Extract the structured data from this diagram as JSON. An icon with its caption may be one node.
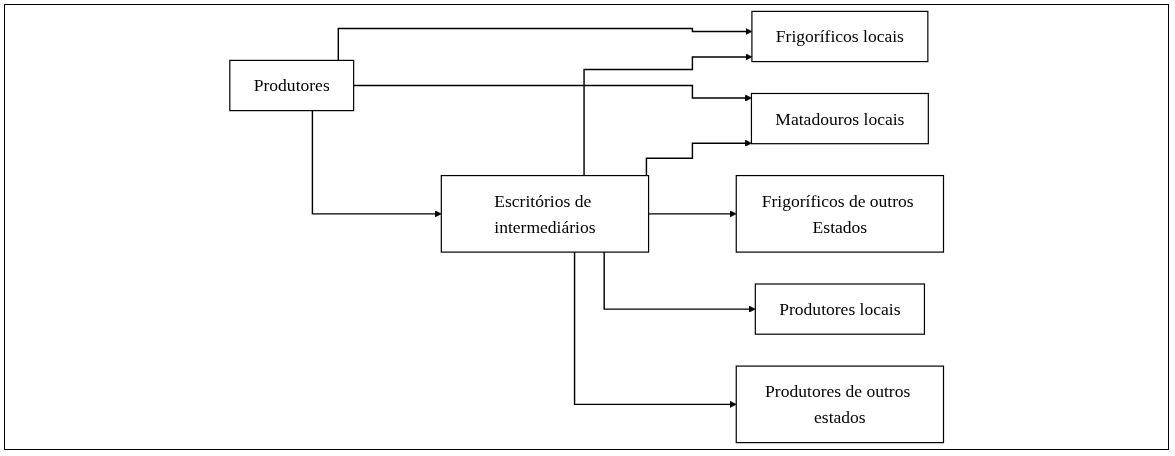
{
  "diagram": {
    "nodes": [
      {
        "text": [
          "Produtores"
        ]
      },
      {
        "text": [
          "Frigoríficos locais"
        ]
      },
      {
        "text": [
          "Escritórios de intermediários"
        ]
      },
      {
        "text": [
          "Matadouros locais"
        ]
      },
      {
        "text": [
          "Frigoríficos de outros Estados"
        ]
      },
      {
        "text": [
          "Produtores locais"
        ]
      },
      {
        "text": [
          "Produtores de outros estados"
        ]
      }
    ],
    "edges": [
      {
        "from": 0,
        "to": 1,
        "arrow": "to"
      },
      {
        "from": 0,
        "to": 2,
        "arrow": "to"
      },
      {
        "from": 0,
        "to": 3,
        "arrow": "to"
      },
      {
        "from": 2,
        "to": 1,
        "arrow": "to"
      },
      {
        "from": 2,
        "to": 3,
        "arrow": "to"
      },
      {
        "from": 2,
        "to": 4,
        "arrow": "to"
      },
      {
        "from": 2,
        "to": 5,
        "arrow": "to"
      },
      {
        "from": 2,
        "to": 6,
        "arrow": "to"
      }
    ]
  }
}
